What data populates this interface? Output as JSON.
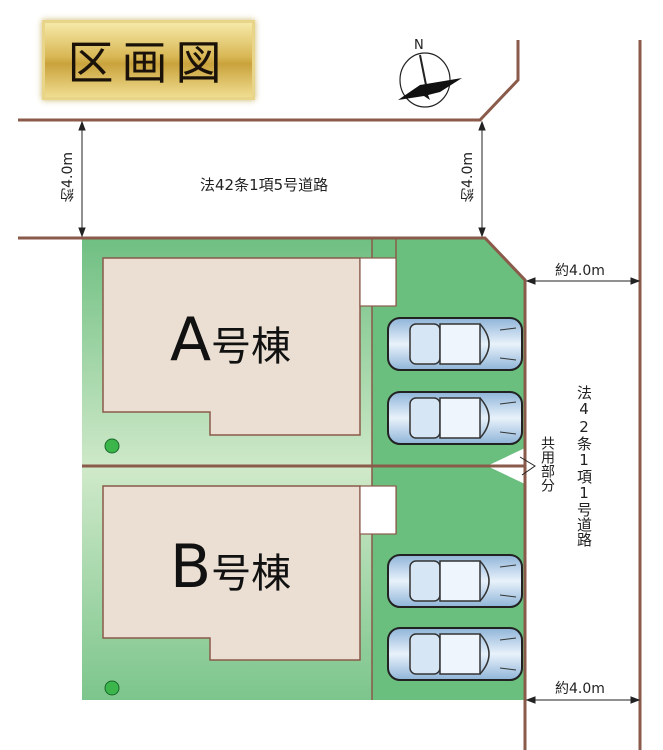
{
  "title": "区画図",
  "compass": {
    "north_label": "N"
  },
  "roads": {
    "top_road_label": "法42条1項5号道路",
    "right_road_label": "法42条1項1号道路",
    "top_width_left": "約4.0m",
    "top_width_right": "約4.0m",
    "right_width_top": "約4.0m",
    "right_width_bottom": "約4.0m"
  },
  "lots": [
    {
      "letter": "A",
      "suffix": "号棟",
      "parking_spaces": 2
    },
    {
      "letter": "B",
      "suffix": "号棟",
      "parking_spaces": 2
    }
  ],
  "shared_area_label": "共用部分",
  "colors": {
    "boundary": "#8a5a4a",
    "lot_green": "#7cc58c",
    "parking_green": "#6bbf7e",
    "building": "#eadfd2",
    "car": "#b8d4ec"
  }
}
